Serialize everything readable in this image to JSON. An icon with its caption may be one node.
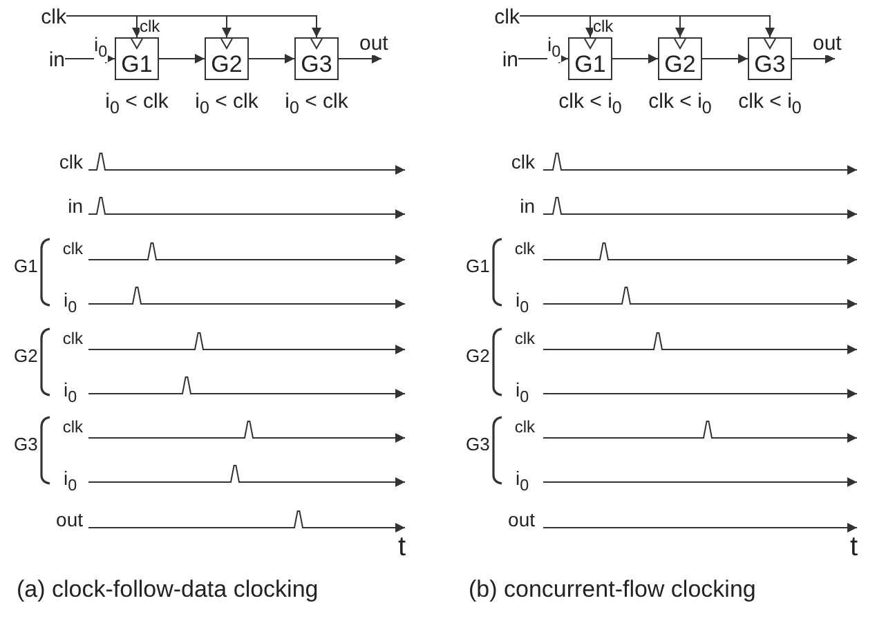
{
  "diagram": {
    "nodes": [
      {
        "text": [
          "clk"
        ]
      },
      {
        "text": [
          "in"
        ]
      },
      {
        "text": [
          "G1"
        ],
        "beside": [
          "i$_{0}$ < clk"
        ]
      },
      {
        "text": [
          "G2"
        ],
        "beside": [
          "i$_{0}$ < clk"
        ]
      },
      {
        "text": [
          "G3"
        ],
        "beside": [
          "i$_{0}$ < clk"
        ]
      },
      {
        "text": [
          "clk"
        ]
      },
      {
        "text": [
          "in"
        ]
      },
      {
        "text": [
          "G1"
        ],
        "beside": [
          "clk < i$_{0}$"
        ]
      },
      {
        "text": [
          "G2"
        ],
        "beside": [
          "clk < i$_{0}$"
        ]
      },
      {
        "text": [
          "G3"
        ],
        "beside": [
          "clk < i$_{0}$"
        ]
      }
    ],
    "edges": [
      {
        "from": 0,
        "to": 2,
        "arrow": "to",
        "label": "clk"
      },
      {
        "from": 0,
        "to": 3,
        "arrow": "to"
      },
      {
        "from": 0,
        "to": 4,
        "arrow": "to"
      },
      {
        "from": 1,
        "to": 2,
        "arrow": "to",
        "label": "i$_{0}$"
      },
      {
        "from": 2,
        "to": 3,
        "arrow": "to"
      },
      {
        "from": 3,
        "to": 4,
        "arrow": "to"
      },
      {
        "from": 4,
        "to": null,
        "arrow": "to",
        "label": "out"
      },
      {
        "from": 5,
        "to": 7,
        "arrow": "to",
        "label": "clk"
      },
      {
        "from": 5,
        "to": 8,
        "arrow": "to"
      },
      {
        "from": 5,
        "to": 9,
        "arrow": "to"
      },
      {
        "from": 6,
        "to": 7,
        "arrow": "to",
        "label": "i$_{0}$"
      },
      {
        "from": 7,
        "to": 8,
        "arrow": "to"
      },
      {
        "from": 8,
        "to": 9,
        "arrow": "to"
      },
      {
        "from": 9,
        "to": null,
        "arrow": "to",
        "label": "out"
      }
    ],
    "labels": [
      "clk",
      "in",
      "G1",
      "clk",
      "i$_{0}$",
      "G2",
      "clk",
      "i$_{0}$",
      "G3",
      "clk",
      "i$_{0}$",
      "out",
      "t",
      "(a) clock-follow-data clocking",
      "clk",
      "in",
      "G1",
      "clk",
      "i$_{0}$",
      "G2",
      "clk",
      "i$_{0}$",
      "G3",
      "clk",
      "i$_{0}$",
      "out",
      "t",
      "(b) concurrent-flow clocking"
    ]
  }
}
